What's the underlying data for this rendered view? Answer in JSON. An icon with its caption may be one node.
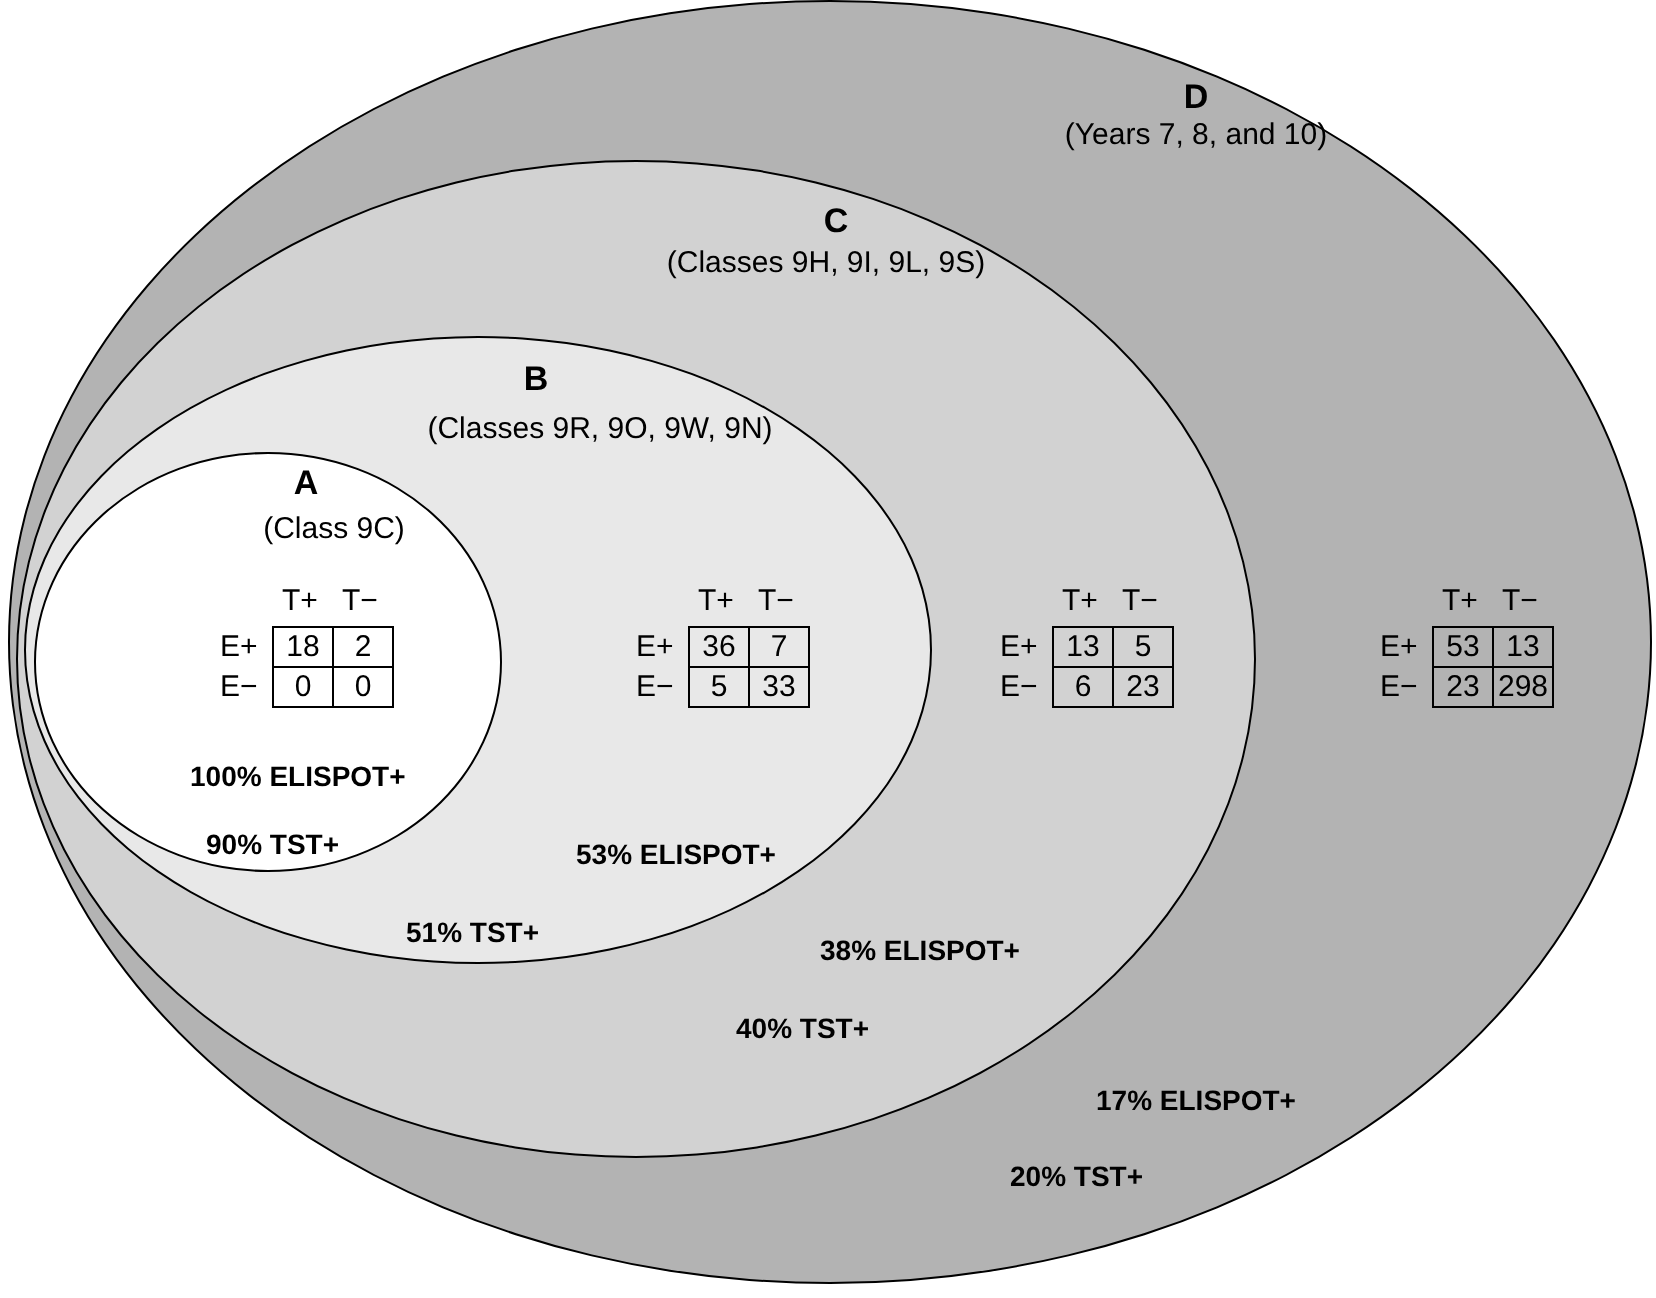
{
  "diagram": {
    "nodes": [
      {
        "text": [
          "D",
          "(Years 7, 8, and 10)"
        ]
      },
      {
        "text": [
          "C",
          "(Classes 9H, 9I, 9L, 9S)"
        ],
        "in": 0
      },
      {
        "text": [
          "B",
          "(Classes 9R, 9O, 9W, 9N)"
        ],
        "in": 1
      },
      {
        "text": [
          "A",
          "(Class 9C)"
        ],
        "in": 2
      }
    ],
    "edges": [],
    "labels": [
      "T+",
      "T−",
      "E+",
      "18",
      "2",
      "E−",
      "0",
      "0",
      "100% ELISPOT+",
      "90% TST+",
      "T+",
      "T−",
      "E+",
      "36",
      "7",
      "E−",
      "5",
      "33",
      "53% ELISPOT+",
      "51% TST+",
      "T+",
      "T−",
      "E+",
      "13",
      "5",
      "E−",
      "6",
      "23",
      "38% ELISPOT+",
      "40% TST+",
      "T+",
      "T−",
      "E+",
      "53",
      "13",
      "E−",
      "23",
      "298",
      "17% ELISPOT+",
      "20% TST+"
    ]
  }
}
